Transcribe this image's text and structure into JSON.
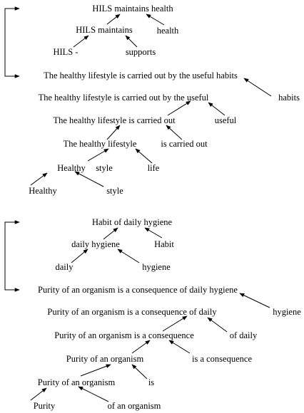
{
  "trees": [
    {
      "nodes": [
        {
          "id": "a1",
          "text": "HILS maintains health"
        },
        {
          "id": "a2",
          "text": "HILS maintains"
        },
        {
          "id": "a3",
          "text": "health"
        },
        {
          "id": "a4",
          "text": "HILS -"
        },
        {
          "id": "a5",
          "text": "supports"
        },
        {
          "id": "a6",
          "text": "The healthy lifestyle is carried out by the useful habits"
        },
        {
          "id": "a7",
          "text": "habits"
        },
        {
          "id": "a8",
          "text": "The healthy lifestyle is carried out by the useful"
        },
        {
          "id": "a9",
          "text": "The healthy lifestyle is carried out"
        },
        {
          "id": "a10",
          "text": "useful"
        },
        {
          "id": "a11",
          "text": "The healthy lifestyle"
        },
        {
          "id": "a12",
          "text": "is carried out"
        },
        {
          "id": "a13",
          "text": "Healthy"
        },
        {
          "id": "a14",
          "text": "style"
        },
        {
          "id": "a15",
          "text": "life"
        },
        {
          "id": "a16",
          "text": "Healthy"
        },
        {
          "id": "a17",
          "text": "style"
        }
      ]
    },
    {
      "nodes": [
        {
          "id": "b1",
          "text": "Habit of daily hygiene"
        },
        {
          "id": "b2",
          "text": "daily hygiene"
        },
        {
          "id": "b3",
          "text": "Habit"
        },
        {
          "id": "b4",
          "text": "daily"
        },
        {
          "id": "b5",
          "text": "hygiene"
        },
        {
          "id": "b6",
          "text": "Purity of an organism is a consequence of daily hygiene"
        },
        {
          "id": "b7",
          "text": "hygiene"
        },
        {
          "id": "b8",
          "text": "Purity of an organism is a consequence of daily"
        },
        {
          "id": "b9",
          "text": "Purity of an organism is a consequence"
        },
        {
          "id": "b10",
          "text": "of daily"
        },
        {
          "id": "b11",
          "text": "Purity of an organism"
        },
        {
          "id": "b12",
          "text": "is a consequence"
        },
        {
          "id": "b13",
          "text": "Purity of an organism"
        },
        {
          "id": "b14",
          "text": "is"
        },
        {
          "id": "b15",
          "text": "Purity"
        },
        {
          "id": "b16",
          "text": "of an organism"
        }
      ]
    }
  ],
  "colors": {
    "text": "#000000",
    "line": "#000000",
    "background": "#ffffff"
  }
}
